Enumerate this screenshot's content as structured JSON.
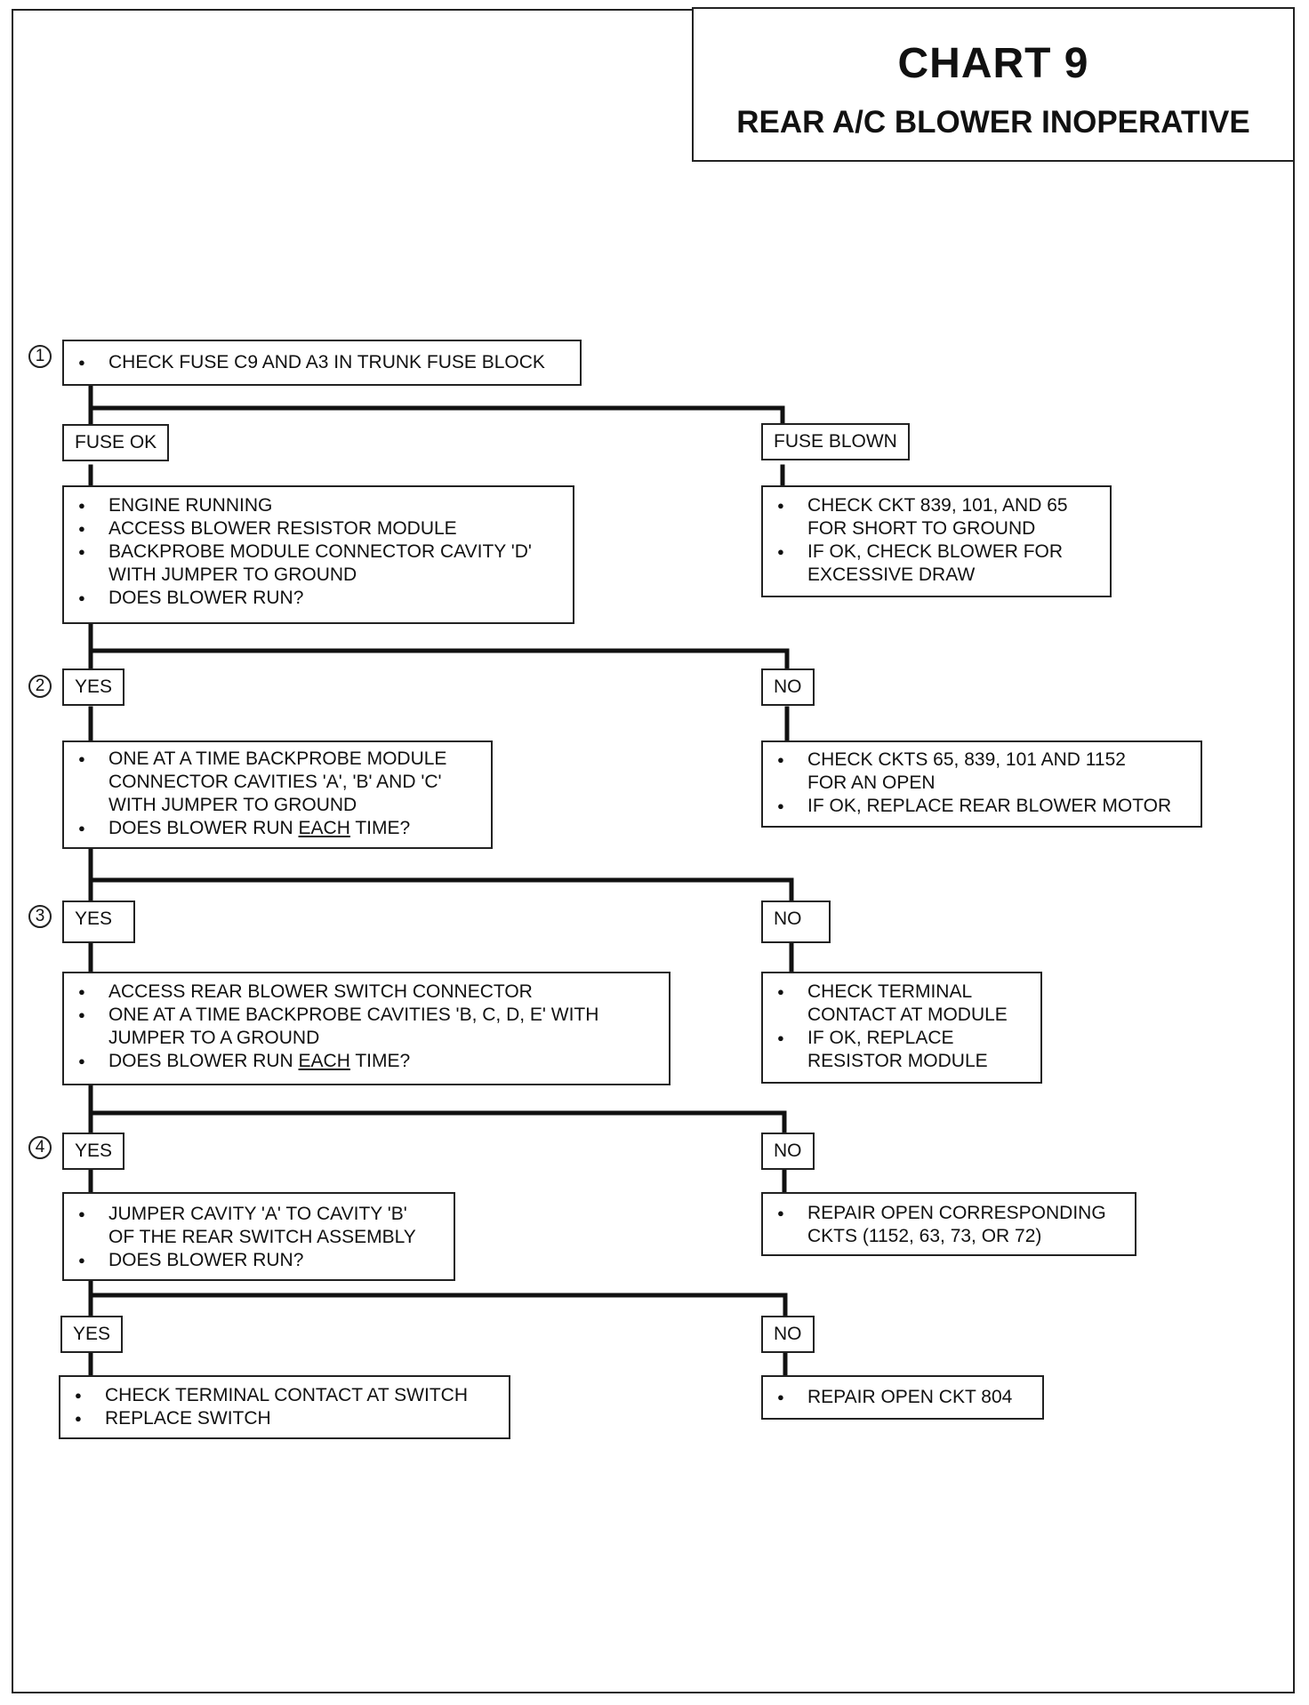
{
  "title": "CHART 9",
  "subtitle": "REAR A/C BLOWER INOPERATIVE",
  "steps": [
    "1",
    "2",
    "3",
    "4"
  ],
  "start_box": {
    "items": [
      "CHECK FUSE C9 AND A3 IN TRUNK FUSE BLOCK"
    ]
  },
  "fuse_ok_label": "FUSE OK",
  "fuse_blown_label": "FUSE BLOWN",
  "fuse_ok_box": {
    "items": [
      "ENGINE RUNNING",
      "ACCESS BLOWER RESISTOR MODULE",
      "BACKPROBE MODULE CONNECTOR CAVITY 'D'",
      "DOES BLOWER RUN?"
    ],
    "cont": "WITH JUMPER TO GROUND"
  },
  "fuse_blown_box": {
    "item1": "CHECK CKT 839, 101, AND 65",
    "item1_cont": "FOR SHORT TO GROUND",
    "item2": "IF OK, CHECK BLOWER FOR",
    "item2_cont": "EXCESSIVE DRAW"
  },
  "step2": {
    "yes": "YES",
    "no": "NO",
    "yes_box": {
      "item1": "ONE AT A TIME BACKPROBE MODULE",
      "item1_cont1": "CONNECTOR CAVITIES 'A', 'B' AND 'C'",
      "item1_cont2": "WITH JUMPER TO GROUND",
      "item2_pre": "DOES BLOWER RUN ",
      "item2_u": "EACH",
      "item2_post": " TIME?"
    },
    "no_box": {
      "item1": "CHECK CKTS 65, 839, 101 AND 1152",
      "item1_cont": "FOR AN OPEN",
      "item2": "IF OK, REPLACE REAR BLOWER MOTOR"
    }
  },
  "step3": {
    "yes": "YES",
    "no": "NO",
    "yes_box": {
      "item1": "ACCESS REAR BLOWER SWITCH CONNECTOR",
      "item2": "ONE AT A TIME BACKPROBE CAVITIES 'B, C, D, E' WITH",
      "item2_cont": "JUMPER TO A GROUND",
      "item3_pre": "DOES BLOWER RUN ",
      "item3_u": "EACH",
      "item3_post": " TIME?"
    },
    "no_box": {
      "item1": "CHECK TERMINAL",
      "item1_cont": "CONTACT AT MODULE",
      "item2": "IF OK, REPLACE",
      "item2_cont": "RESISTOR MODULE"
    }
  },
  "step4": {
    "yes": "YES",
    "no": "NO",
    "yes_box": {
      "item1": "JUMPER CAVITY 'A' TO CAVITY 'B'",
      "item1_cont": "OF THE REAR SWITCH ASSEMBLY",
      "item2": "DOES BLOWER  RUN?"
    },
    "no_box": {
      "item1": "REPAIR  OPEN CORRESPONDING",
      "item1_cont": "CKTS (1152, 63, 73, OR 72)"
    }
  },
  "final": {
    "yes": "YES",
    "no": "NO",
    "yes_box": {
      "item1": "CHECK TERMINAL CONTACT AT SWITCH",
      "item2": "REPLACE SWITCH"
    },
    "no_box": {
      "item1": "REPAIR OPEN  CKT 804"
    }
  }
}
